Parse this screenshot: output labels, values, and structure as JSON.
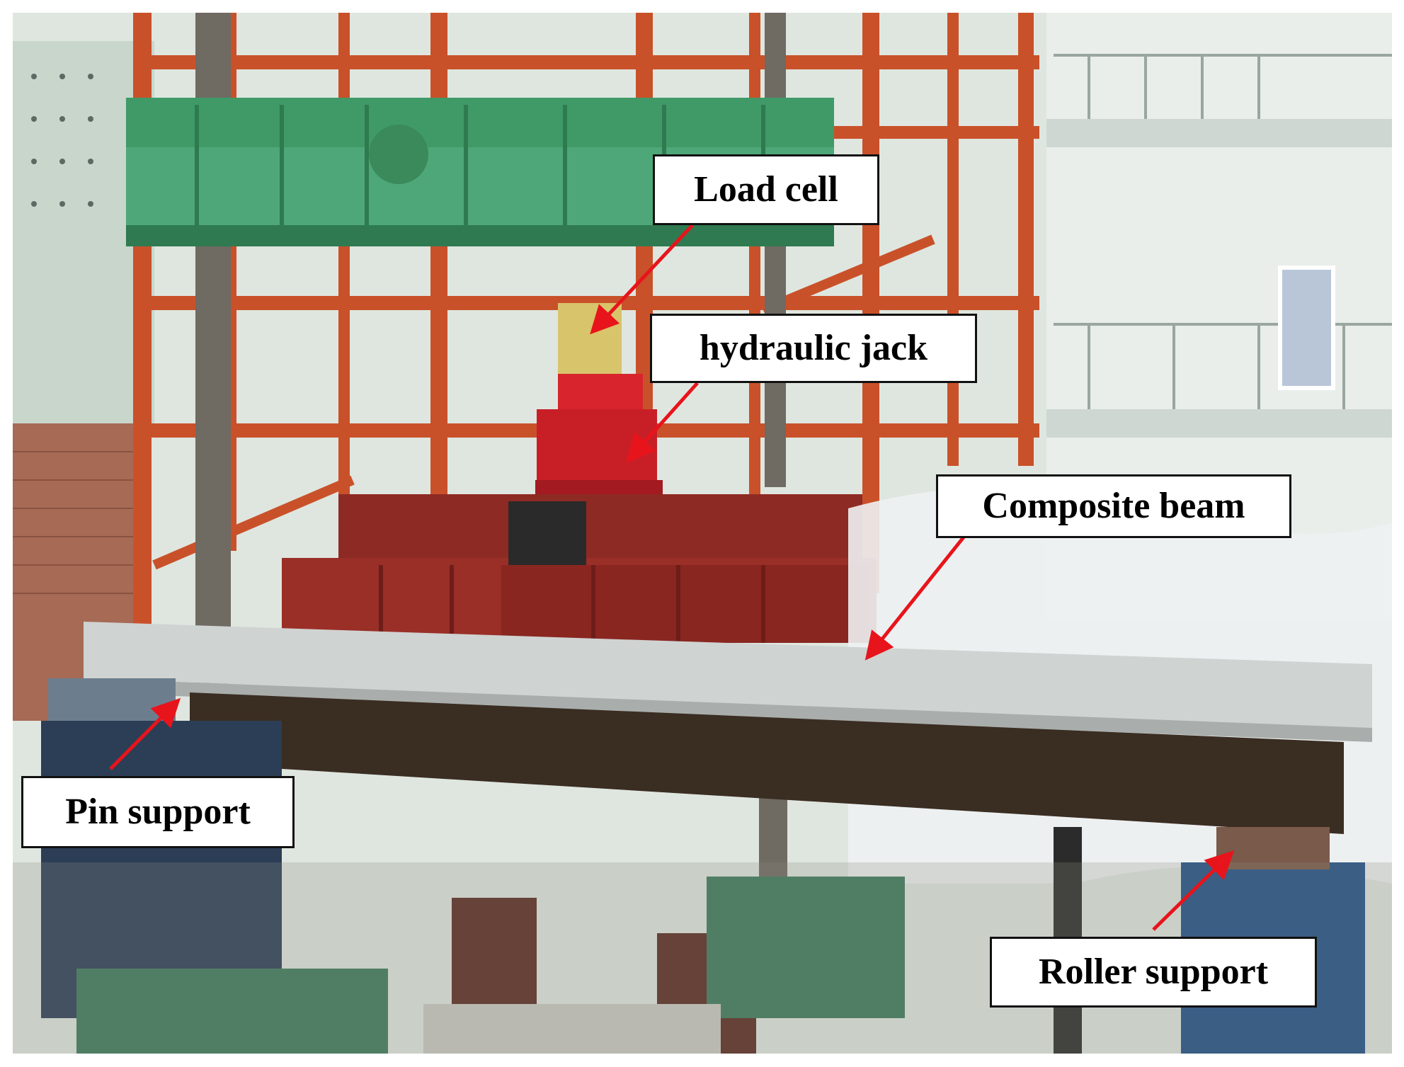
{
  "labels": {
    "load_cell": "Load cell",
    "hydraulic_jack": "hydraulic jack",
    "composite_beam": "Composite beam",
    "pin_support": "Pin support",
    "roller_support": "Roller support"
  },
  "colors": {
    "arrow": "#e8141b",
    "green_frame": "#3f9a68",
    "orange_frame": "#c9512a",
    "red_jack": "#d8242c",
    "spreader_beam": "#8e2a24",
    "concrete_slab": "#cfd3d2",
    "steel_beam": "#3a2d22",
    "blue_pedestal": "#1f4f86",
    "brick_wall": "#a66a55",
    "background_wall": "#d8e2d8"
  }
}
